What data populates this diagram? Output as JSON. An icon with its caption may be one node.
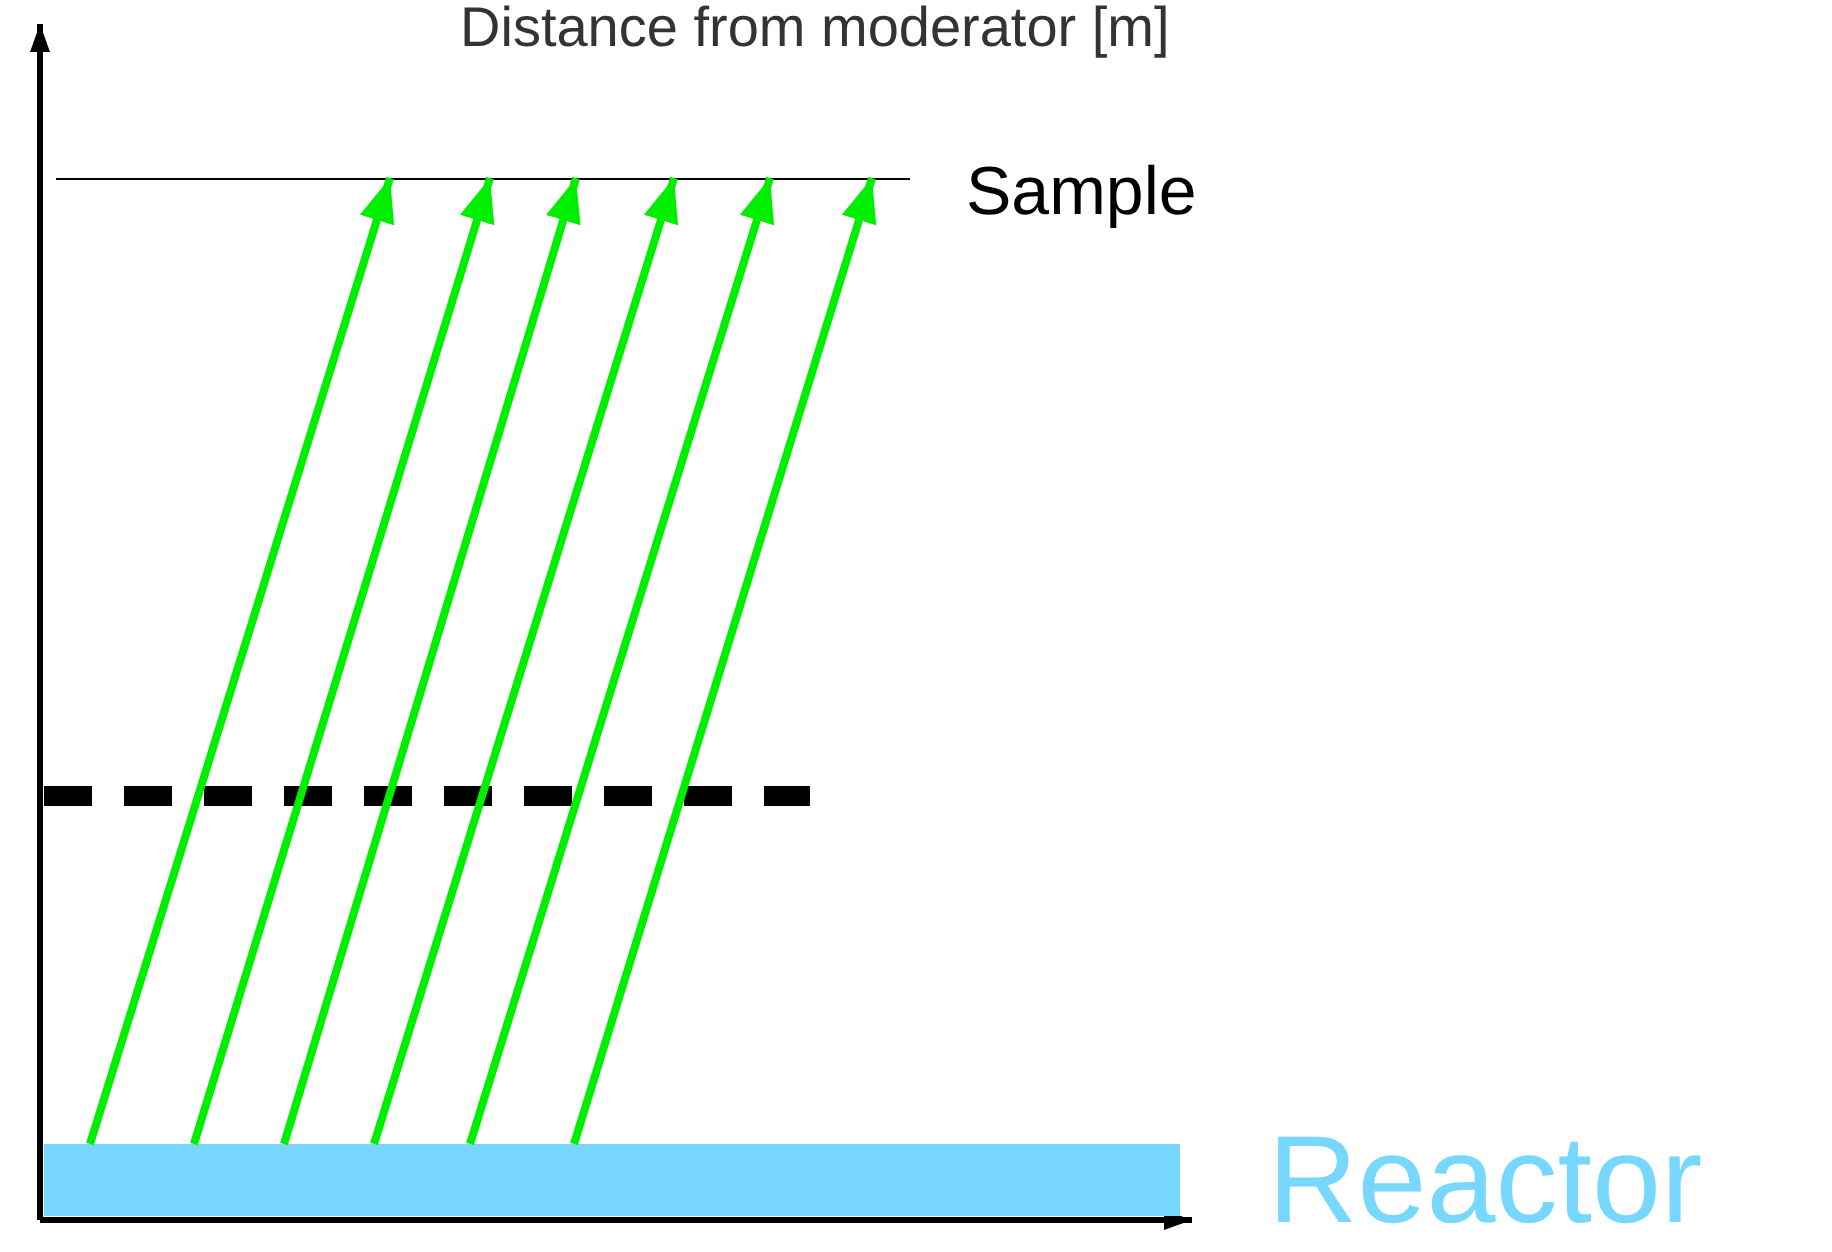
{
  "diagram": {
    "nodes": [
      {
        "text": [
          "Sample"
        ]
      },
      {
        "text": [
          "Reactor"
        ]
      }
    ],
    "edges": [
      {
        "from": 1,
        "to": 0,
        "arrow": "to"
      },
      {
        "from": 1,
        "to": 0,
        "arrow": "to"
      },
      {
        "from": 1,
        "to": 0,
        "arrow": "to"
      },
      {
        "from": 1,
        "to": 0,
        "arrow": "to"
      },
      {
        "from": 1,
        "to": 0,
        "arrow": "to"
      },
      {
        "from": 1,
        "to": 0,
        "arrow": "to"
      }
    ],
    "labels": [
      "Distance from moderator [m]"
    ]
  }
}
